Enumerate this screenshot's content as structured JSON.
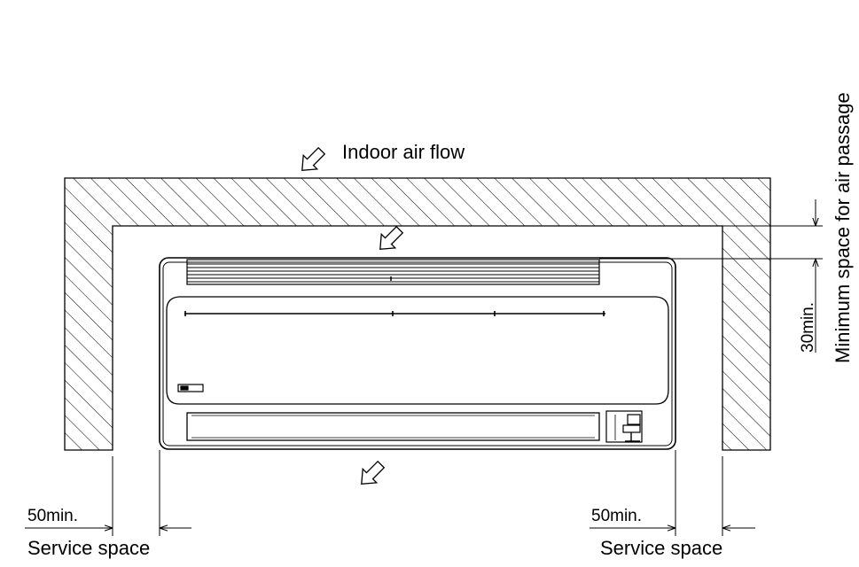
{
  "labels": {
    "indoor_air_flow": "Indoor air flow",
    "min_space_air_passage": "Minimum space for air passage",
    "top_clearance": "30min.",
    "left_clearance": "50min.",
    "right_clearance": "50min.",
    "left_service": "Service space",
    "right_service": "Service space"
  },
  "icons": {
    "flow_arrow": "hollow-arrow-down-left"
  },
  "colors": {
    "line": "#000000",
    "background": "#ffffff"
  }
}
